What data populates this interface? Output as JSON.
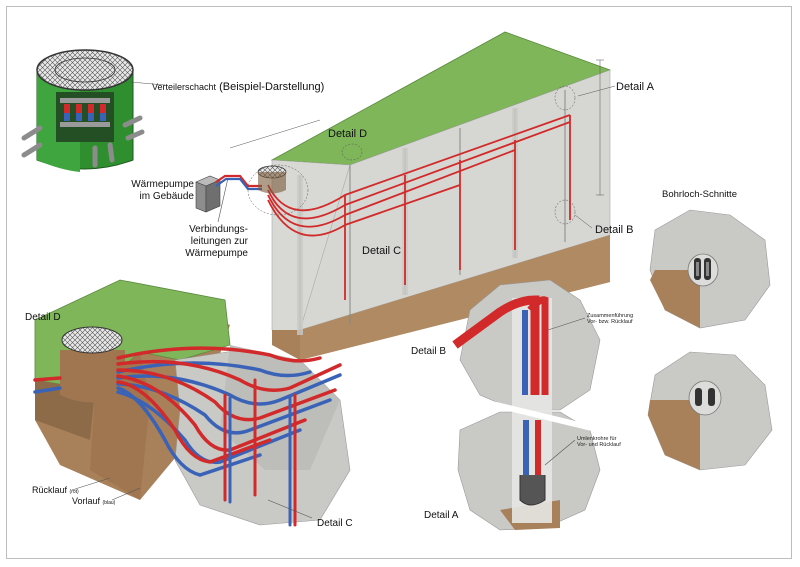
{
  "labels": {
    "verteilerschacht": "Verteilerschacht",
    "verteilerschacht_sub": "(Beispiel-Darstellung)",
    "waermepumpe_l1": "Wärmepumpe",
    "waermepumpe_l2": "im Gebäude",
    "verbindung_l1": "Verbindungs-",
    "verbindung_l2": "leitungen zur",
    "verbindung_l3": "Wärmepumpe",
    "detail_a_top": "Detail A",
    "detail_b_top": "Detail B",
    "detail_c_top": "Detail C",
    "detail_d_top": "Detail D",
    "detail_d_bottom": "Detail D",
    "detail_c_bottom": "Detail C",
    "detail_b_bottom": "Detail B",
    "detail_a_bottom": "Detail A",
    "bohrloch": "Bohrloch-Schnitte",
    "ruecklauf": "Rücklauf",
    "ruecklauf_sub": "(rot)",
    "vorlauf": "Vorlauf",
    "vorlauf_sub": "(blau)",
    "zusammen_l1": "Zusammenführung",
    "zusammen_l2": "Vor- bzw. Rücklauf",
    "umlenk_l1": "Umlenkrohre für",
    "umlenk_l2": "Vor- und Rücklauf"
  },
  "colors": {
    "grass": "#7fb65a",
    "soil": "#a8805a",
    "concrete": "#d6d6d2",
    "rock": "#c9c9c6",
    "supply_pipe": "#3a63b8",
    "return_pipe": "#d22a2a",
    "shaft_green": "#2f8f2f"
  }
}
